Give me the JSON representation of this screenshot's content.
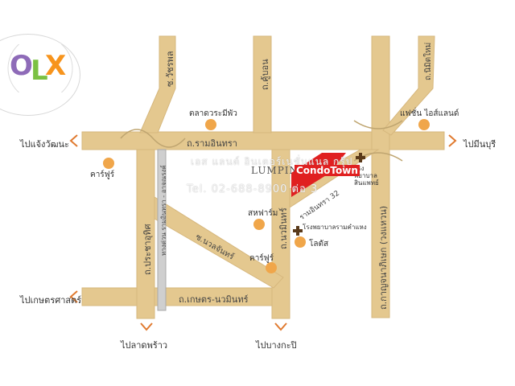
{
  "logo": {
    "letters": [
      "O",
      "L",
      "X"
    ],
    "colors": {
      "o": "#8e6bb8",
      "l": "#7bc142",
      "x": "#f7941d"
    }
  },
  "colors": {
    "road": "#e4c88f",
    "road_edge": "#d4b47a",
    "poi": "#f0a64a",
    "arrow": "#e07a30",
    "condo": "#e02020",
    "hospital": "#5a3a1a"
  },
  "roads": {
    "ram_inthra": "ถ.รามอินทรา",
    "kaset_nawamin": "ถ.เกษตร-นวมินทร์",
    "pracha_uthit": "ถ.ประชาอุทิศ",
    "nawamin": "ถ.นวมินทร์",
    "wachiraphon": "ซ.วัชรพล",
    "ku_bon": "ถ.คู้บอน",
    "suan_dok": "ซ.นวลจันทร์",
    "outer_ring": "ถ.กาญจนาภิเษก (วงแหวน)",
    "expressway": "ทางด่วน รามอินทรา - อาจณรงค์",
    "ram_inthra_soi": "รามอินทรา 32",
    "right_top": "ถ.นิมิตใหม่"
  },
  "directions": {
    "left_top": "ไปแจ้งวัฒนะ",
    "left_bottom": "ไปเกษตรศาสตร์",
    "right_top": "ไปมีนบุรี",
    "bottom_left": "ไปลาดพร้าว",
    "bottom_right": "ไปบางกะปิ"
  },
  "pois": {
    "talad": "ตลาดวระมีพัว",
    "carrefour_left": "คาร์ฟูร์",
    "carrefour_mid": "คาร์ฟูร์",
    "fashion_island": "แฟชั่น ไอส์แลนด์",
    "sahafarm": "สหฟาร์ม",
    "lotus": "โลตัส",
    "hospital_top": "โรงพยาบาล สินแพทย์",
    "hospital_mid": "โรงพยาบาลรามคำแหง"
  },
  "project": {
    "brand": "LUMPINI",
    "name": "CondoTown"
  },
  "watermark": {
    "line1": "เอส แลนด์ อินเตอร์เนชั่นแนล กรุ๊ป",
    "line2": "Tel. 02-688-8900 ต่อ 3"
  }
}
